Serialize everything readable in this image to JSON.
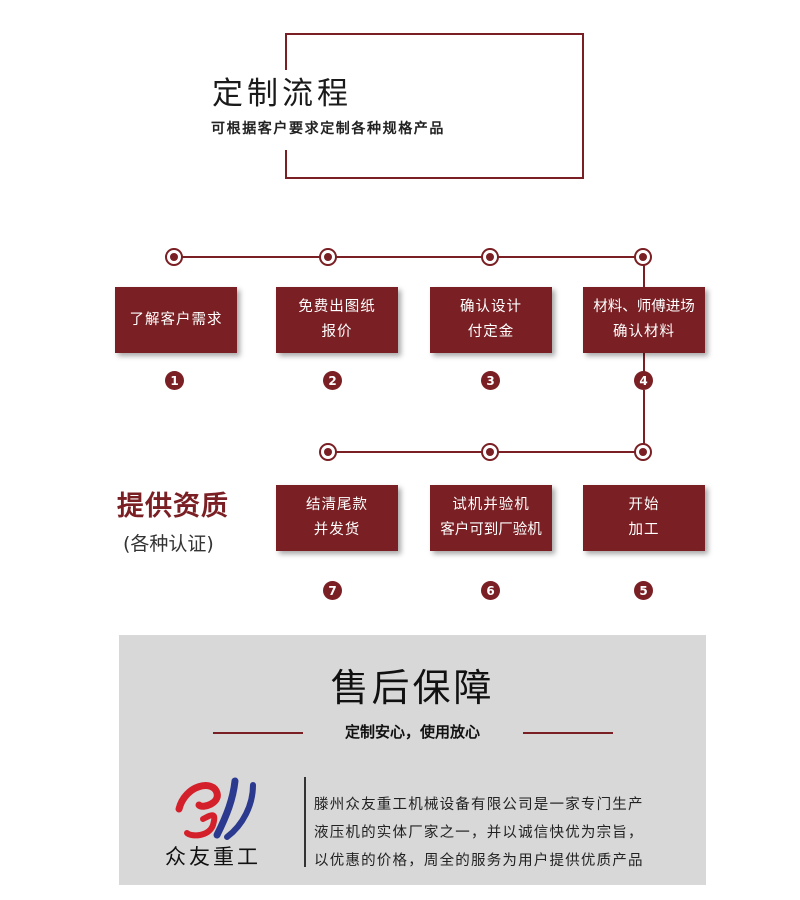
{
  "header": {
    "title": "定制流程",
    "subtitle": "可根据客户要求定制各种规格产品"
  },
  "steps": [
    {
      "number": "1",
      "line1": "了解客户需求",
      "line2": ""
    },
    {
      "number": "2",
      "line1": "免费出图纸",
      "line2": "报价"
    },
    {
      "number": "3",
      "line1": "确认设计",
      "line2": "付定金"
    },
    {
      "number": "4",
      "line1": "材料、师傅进场",
      "line2": "确认材料"
    },
    {
      "number": "5",
      "line1": "开始",
      "line2": "加工"
    },
    {
      "number": "6",
      "line1": "试机并验机",
      "line2": "客户可到厂验机"
    },
    {
      "number": "7",
      "line1": "结清尾款",
      "line2": "并发货"
    }
  ],
  "qualification": {
    "title": "提供资质",
    "subtitle": "(各种认证)"
  },
  "after_sales": {
    "title": "售后保障",
    "tagline": "定制安心，使用放心",
    "company_lines": [
      "滕州众友重工机械设备有限公司是一家专门生产",
      "液压机的实体厂家之一，并以诚信快优为宗旨，",
      "以优惠的价格，周全的服务为用户提供优质产品"
    ],
    "logo_name": "众友重工"
  },
  "colors": {
    "accent": "#7a1f23",
    "panel_bg": "#d8d8d8",
    "logo_red": "#d4202a",
    "logo_blue": "#2b3a8f"
  }
}
